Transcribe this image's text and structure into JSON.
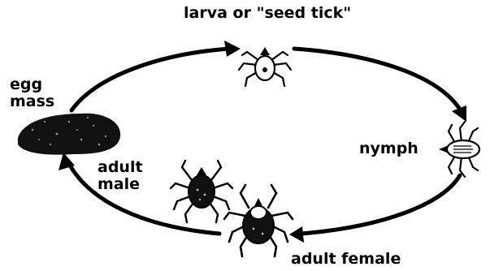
{
  "stages": {
    "larva": "larva or \"seed tick\"",
    "egg_line1": "egg",
    "egg_line2": "mass",
    "nymph": "nymph",
    "male_line1": "adult",
    "male_line2": "male",
    "female": "adult female"
  },
  "cycle_order": [
    "egg mass",
    "larva or \"seed tick\"",
    "nymph",
    "adult female",
    "adult male"
  ],
  "colors": {
    "ink": "#000000",
    "background": "#ffffff"
  },
  "icons": [
    "egg-mass-icon",
    "larva-tick-icon",
    "nymph-tick-icon",
    "adult-female-tick-icon",
    "adult-male-tick-icon",
    "arrow-head-icon"
  ]
}
